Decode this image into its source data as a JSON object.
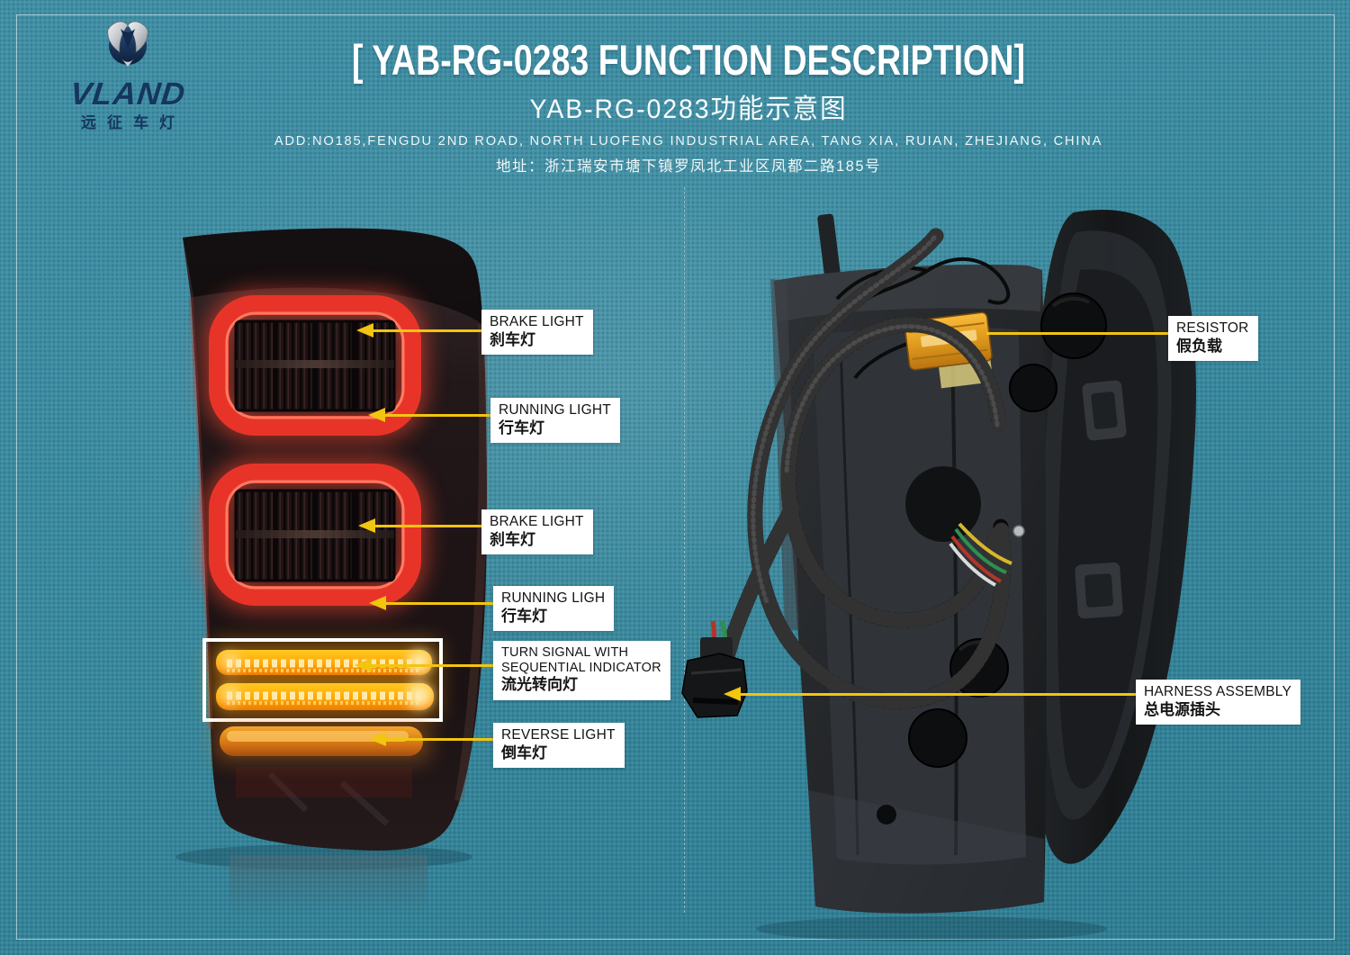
{
  "logo": {
    "emblem_icon": "vland-wings-emblem",
    "brand": "VLAND",
    "brand_cn": "远征车灯"
  },
  "header": {
    "title": "[ YAB-RG-0283  FUNCTION DESCRIPTION]",
    "subtitle_cn": "YAB-RG-0283功能示意图",
    "address_en": "ADD:NO185,FENGDU 2ND ROAD, NORTH LUOFENG INDUSTRIAL AREA, TANG XIA, RUIAN, ZHEJIANG, CHINA",
    "address_cn": "地址：浙江瑞安市塘下镇罗凤北工业区凤都二路185号"
  },
  "callouts": {
    "brake_light_1": {
      "en": "BRAKE LIGHT",
      "cn": "刹车灯"
    },
    "running_light_1": {
      "en": "RUNNING LIGHT",
      "cn": "行车灯"
    },
    "brake_light_2": {
      "en": "BRAKE LIGHT",
      "cn": "刹车灯"
    },
    "running_light_2": {
      "en": "RUNNING LIGH",
      "cn": "行车灯"
    },
    "turn_signal": {
      "en_line1": "TURN SIGNAL WITH",
      "en_line2": "SEQUENTIAL INDICATOR",
      "cn": "流光转向灯"
    },
    "reverse_light": {
      "en": "REVERSE LIGHT",
      "cn": "倒车灯"
    },
    "resistor": {
      "en": "RESISTOR",
      "cn": "假负载"
    },
    "harness": {
      "en": "HARNESS ASSEMBLY",
      "cn": "总电源插头"
    }
  },
  "colors": {
    "background_teal": "#3a8ba0",
    "callout_line_yellow": "#f2c50f",
    "brand_navy": "#15365f",
    "tail_lamp_red": "#e8352a",
    "turn_signal_amber": "#ffb300",
    "reverse_amber": "#e0811c",
    "resistor_gold": "#e49a22"
  }
}
